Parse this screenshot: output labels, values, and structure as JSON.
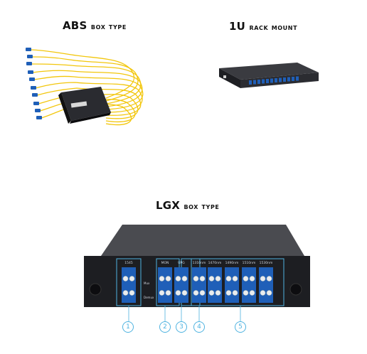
{
  "captions": {
    "abs": {
      "main": "ABS",
      "sub": "box type"
    },
    "rack": {
      "main": "1U",
      "sub": "rack mount"
    },
    "lgx": {
      "main": "LGX",
      "sub": "box type"
    }
  },
  "lgx_panel": {
    "port_labels": [
      "1545",
      "MON",
      "UPG",
      "1310nm",
      "1470nm",
      "1490nm",
      "1510nm",
      "1530nm"
    ],
    "row_labels": [
      "Mux",
      "Demux"
    ]
  },
  "callouts": [
    "1",
    "2",
    "3",
    "4",
    "5"
  ],
  "colors": {
    "adapter_blue": "#1f5fb8",
    "callout_blue": "#4fb3e0",
    "fiber_yellow": "#f2c400",
    "chassis_black": "#1d1e22"
  }
}
